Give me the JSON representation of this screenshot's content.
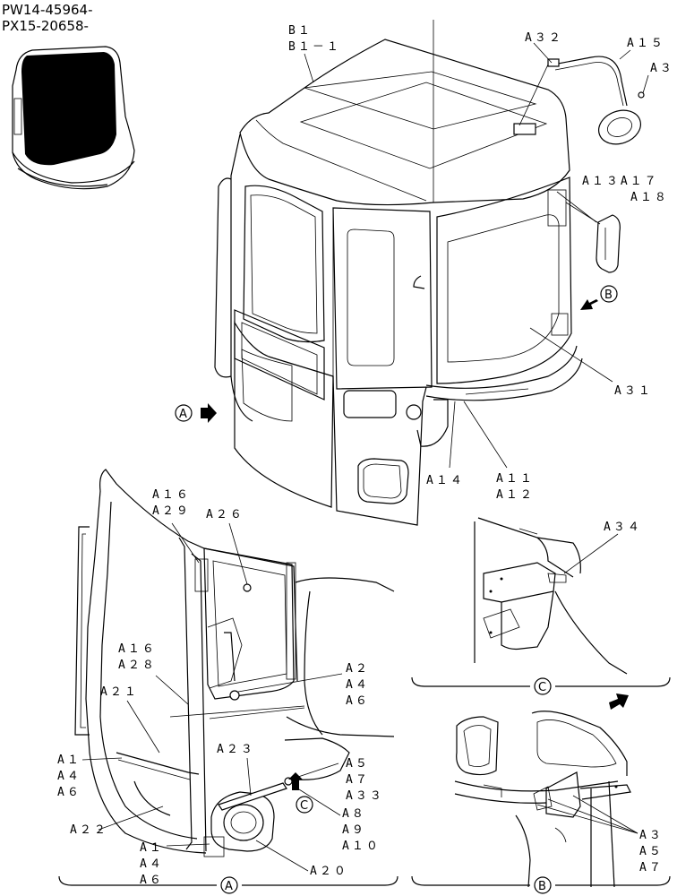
{
  "header": {
    "serial_line_1": "PW14-45964-",
    "serial_line_2": "PX15-20658-"
  },
  "callouts": {
    "b1": "B１",
    "b1_1": "B１－１",
    "a32": "A３２",
    "a15": "A１５",
    "a3_top": "A３",
    "a13_a17": "A１３A１７",
    "a18": "A１８",
    "a31": "A３１",
    "a14": "A１４",
    "a11": "A１１",
    "a12": "A１２",
    "a34": "A３４",
    "a16_top": "A１６",
    "a29": "A２９",
    "a26": "A２６",
    "a16_mid": "A１６",
    "a28": "A２８",
    "a21": "A２１",
    "a2": "A２",
    "a4_right": "A４",
    "a6_right": "A６",
    "a23": "A２３",
    "a5": "A５",
    "a7": "A７",
    "a33": "A３３",
    "a8": "A８",
    "a9": "A９",
    "a10": "A１０",
    "a20": "A２０",
    "a1_left": "A１",
    "a4_left": "A４",
    "a6_left": "A６",
    "a22": "A２２",
    "a1_bottom": "A１",
    "a4_bottom": "A４",
    "a6_bottom": "A６",
    "a3_b": "A３",
    "a5_b": "A５",
    "a7_b": "A７"
  },
  "view_markers": {
    "a": "A",
    "b": "B",
    "c": "C"
  }
}
